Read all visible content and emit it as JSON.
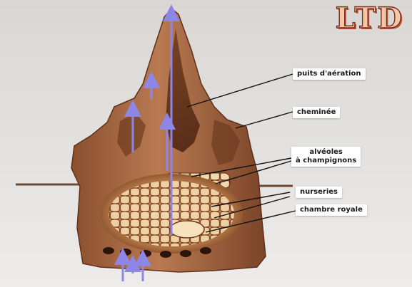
{
  "logo": {
    "text": "LTD"
  },
  "labels": {
    "puits": "puits d'aération",
    "cheminee": "cheminée",
    "alveoles_line1": "alvéoles",
    "alveoles_line2": "à champignons",
    "nurseries": "nurseries",
    "chambre": "chambre royale"
  },
  "colors": {
    "mound": "#a86a45",
    "arrow": "#8d86e6",
    "label_bg": "#ffffff"
  }
}
